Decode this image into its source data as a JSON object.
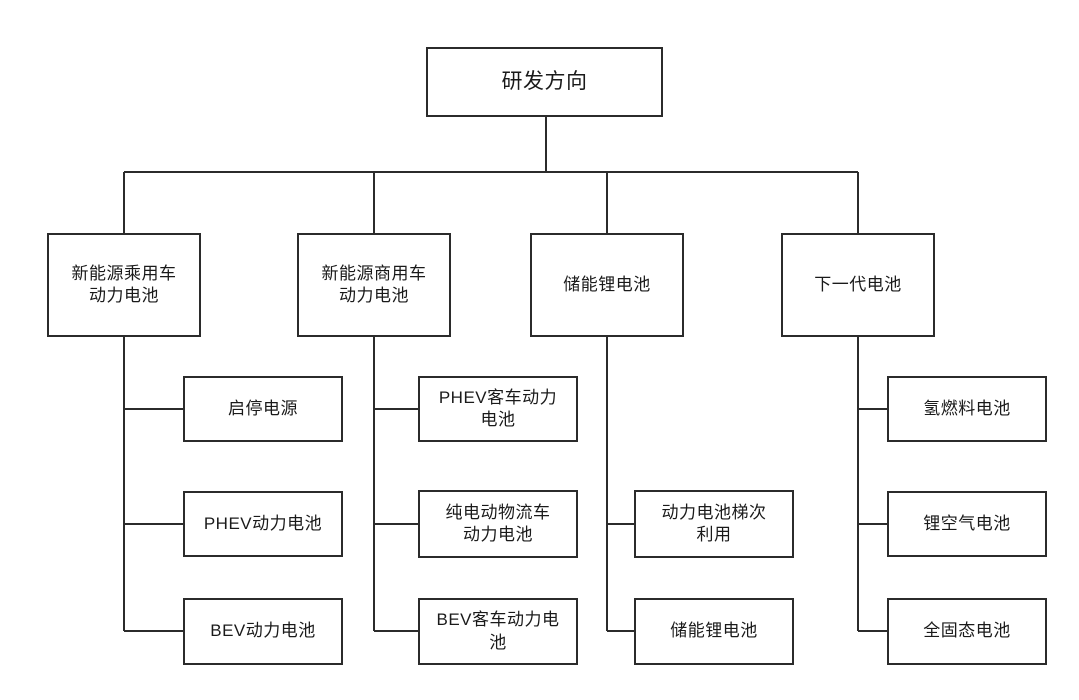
{
  "diagram": {
    "title": "研发方向",
    "type": "organization-tree",
    "colors": {
      "border": "#2b2b2b",
      "background": "#ffffff",
      "text": "#1a1a1a",
      "connector": "#2b2b2b"
    },
    "root": {
      "label": "研发方向"
    },
    "branches": [
      {
        "label": "新能源乘用车\n动力电池",
        "children": [
          {
            "label": "启停电源"
          },
          {
            "label": "PHEV动力电池"
          },
          {
            "label": "BEV动力电池"
          }
        ]
      },
      {
        "label": "新能源商用车\n动力电池",
        "children": [
          {
            "label": "PHEV客车动力\n电池"
          },
          {
            "label": "纯电动物流车\n动力电池"
          },
          {
            "label": "BEV客车动力电\n池"
          }
        ]
      },
      {
        "label": "储能锂电池",
        "children": [
          {
            "label": "动力电池梯次\n利用"
          },
          {
            "label": "储能锂电池"
          }
        ]
      },
      {
        "label": "下一代电池",
        "children": [
          {
            "label": "氢燃料电池"
          },
          {
            "label": "锂空气电池"
          },
          {
            "label": "全固态电池"
          }
        ]
      }
    ]
  }
}
